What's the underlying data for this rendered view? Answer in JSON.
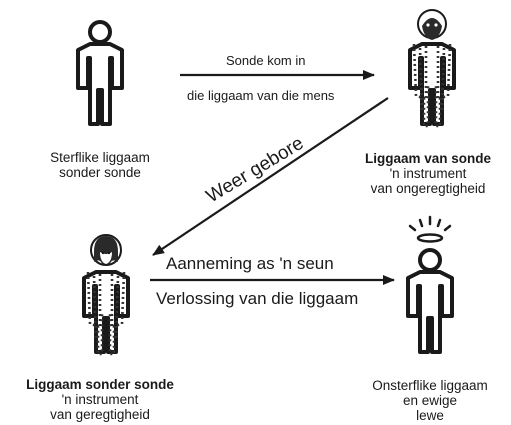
{
  "figures": {
    "mortal": {
      "caption": [
        "Sterflike liggaam",
        "sonder sonde"
      ]
    },
    "sin": {
      "title": "Liggaam van sonde",
      "caption": [
        "'n instrument",
        "van ongeregtigheid"
      ]
    },
    "no_sin": {
      "title": "Liggaam sonder sonde",
      "caption": [
        "'n instrument",
        "van geregtigheid"
      ]
    },
    "immortal": {
      "caption": [
        "Onsterflike liggaam",
        "en ewige",
        "lewe"
      ]
    }
  },
  "arrows": {
    "top": {
      "line1": "Sonde kom in",
      "line2": "die liggaam van die mens"
    },
    "diagonal": {
      "label": "Weer gebore"
    },
    "bottom": {
      "line1": "Aanneming as 'n seun",
      "line2": "Verlossing van die liggaam"
    }
  }
}
